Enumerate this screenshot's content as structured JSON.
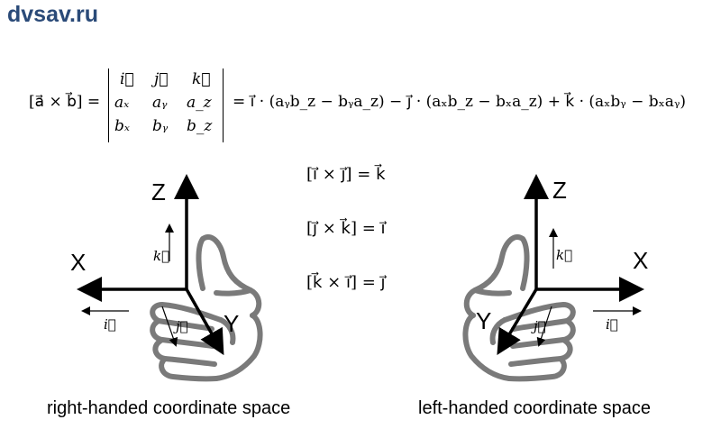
{
  "header": {
    "site": "dvsav.ru"
  },
  "formula": {
    "lhs": "[a⃗ × b⃗] =",
    "matrix": [
      "i⃗",
      "j⃗",
      "k⃗",
      "aₓ",
      "aᵧ",
      "a_z",
      "bₓ",
      "bᵧ",
      "b_z"
    ],
    "rhs": "= i⃗ · (aᵧb_z − bᵧa_z) − j⃗ · (aₓb_z − bₓa_z) + k⃗ · (aₓbᵧ − bₓaᵧ)"
  },
  "identities": [
    "[i⃗ × j⃗] = k⃗",
    "[j⃗ × k⃗] = i⃗",
    "[k⃗ × i⃗] = j⃗"
  ],
  "right_hand": {
    "x": "X",
    "y": "Y",
    "z": "Z",
    "i": "i⃗",
    "j": "j⃗",
    "k": "k⃗",
    "caption": "right-handed coordinate space"
  },
  "left_hand": {
    "x": "X",
    "y": "Y",
    "z": "Z",
    "i": "i⃗",
    "j": "j⃗",
    "k": "k⃗",
    "caption": "left-handed coordinate space"
  },
  "colors": {
    "logo": "#2a4a78",
    "hand": "#7a7a7a",
    "axis": "#000000"
  }
}
